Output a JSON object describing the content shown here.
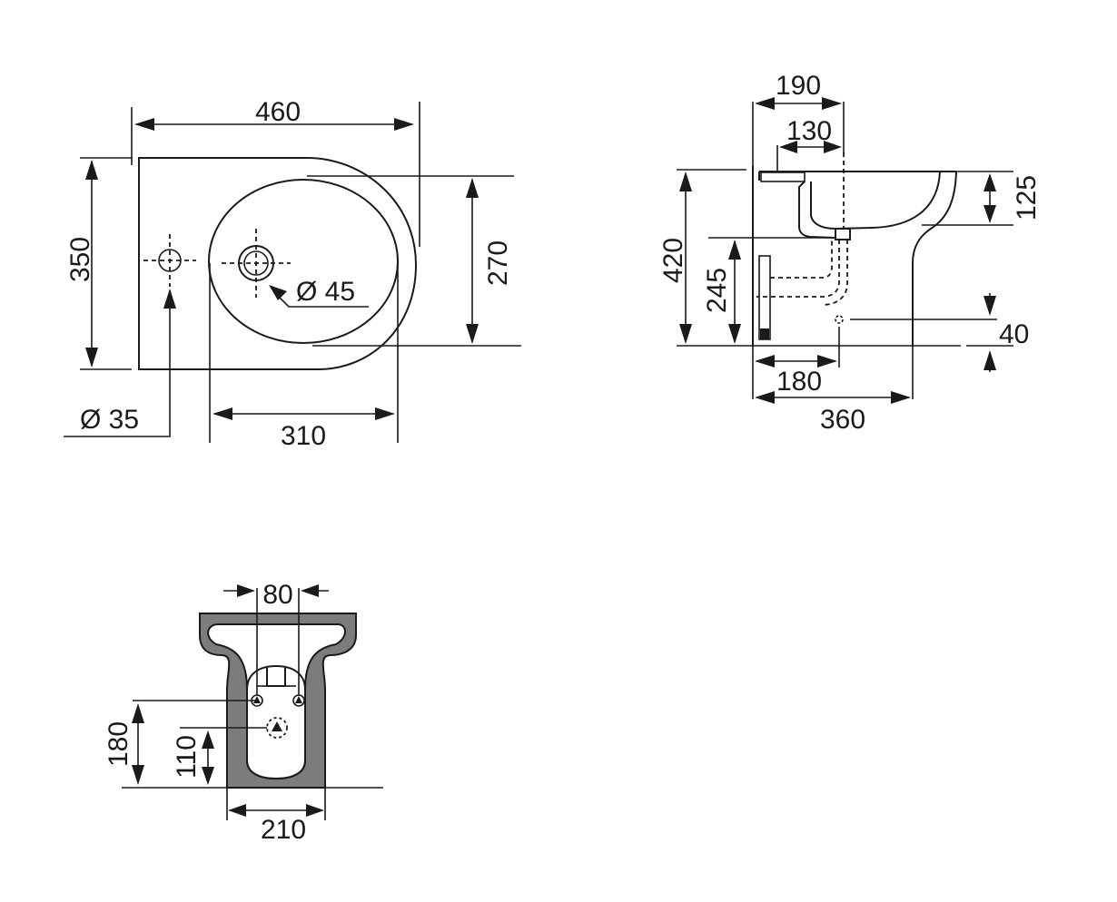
{
  "dimensions": {
    "top_view": {
      "width": "460",
      "depth": "350",
      "bowl_depth": "270",
      "bowl_width": "310",
      "tap_hole": "Ø 45",
      "side_hole": "Ø 35"
    },
    "side_view": {
      "overall_depth": "190",
      "tap_offset": "130",
      "bowl_height": "125",
      "overall_height": "420",
      "waste_height": "245",
      "inlet_height": "40",
      "waste_offset": "180",
      "foot_depth": "360"
    },
    "foot_view": {
      "fixing_spacing": "80",
      "fixing_depth": "180",
      "inlet_depth": "110",
      "foot_width": "210"
    }
  },
  "colors": {
    "line": "#1a1a1a",
    "section_fill": "#7c7c7c"
  }
}
